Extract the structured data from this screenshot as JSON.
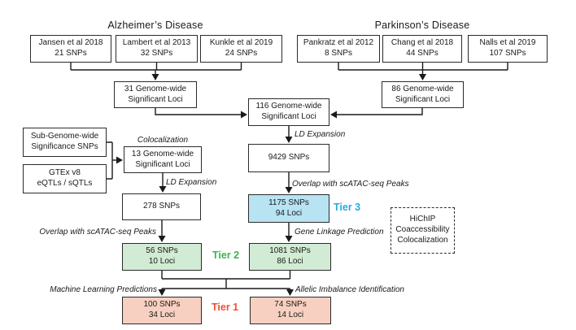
{
  "groups": {
    "alzheimers": {
      "title": "Alzheimer’s Disease"
    },
    "parkinsons": {
      "title": "Parkinson’s Disease"
    }
  },
  "nodes": {
    "jansen": {
      "line1": "Jansen et al 2018",
      "line2": "21 SNPs"
    },
    "lambert": {
      "line1": "Lambert et al 2013",
      "line2": "32 SNPs"
    },
    "kunkle": {
      "line1": "Kunkle et al 2019",
      "line2": "24 SNPs"
    },
    "pankratz": {
      "line1": "Pankratz et al 2012",
      "line2": "8 SNPs"
    },
    "chang": {
      "line1": "Chang et al 2018",
      "line2": "44 SNPs"
    },
    "nalls": {
      "line1": "Nalls et al 2019",
      "line2": "107 SNPs"
    },
    "ad_loci": {
      "line1": "31 Genome-wide",
      "line2": "Significant Loci"
    },
    "pd_loci": {
      "line1": "86 Genome-wide",
      "line2": "Significant Loci"
    },
    "combined_loci": {
      "line1": "116 Genome-wide",
      "line2": "Significant Loci"
    },
    "sub_genome_snps": {
      "line1": "Sub-Genome-wide",
      "line2": "Significance SNPs"
    },
    "gtex": {
      "line1": "GTEx v8",
      "line2": "eQTLs / sQTLs"
    },
    "coloc_loci": {
      "line1": "13 Genome-wide",
      "line2": "Significant Loci"
    },
    "ld_snps_left": {
      "line1": "278 SNPs"
    },
    "ld_snps_right": {
      "line1": "9429 SNPs"
    },
    "tier3_node": {
      "line1": "1175 SNPs",
      "line2": "94 Loci"
    },
    "tier2_left_node": {
      "line1": "56 SNPs",
      "line2": "10 Loci"
    },
    "tier2_right_node": {
      "line1": "1081 SNPs",
      "line2": "86 Loci"
    },
    "tier1_left_node": {
      "line1": "100 SNPs",
      "line2": "34 Loci"
    },
    "tier1_right_node": {
      "line1": "74 SNPs",
      "line2": "14 Loci"
    },
    "hichip": {
      "line1": "HiChIP",
      "line2": "Coaccessibility",
      "line3": "Colocalization"
    }
  },
  "edge_labels": {
    "colocalization": "Colocalization",
    "ld_expansion_left": "LD Expansion",
    "ld_expansion_right": "LD Expansion",
    "overlap_left": "Overlap with scATAC-seq Peaks",
    "overlap_right": "Overlap with scATAC-seq Peaks",
    "gene_linkage": "Gene Linkage Prediction",
    "ml_predictions": "Machine Learning Predictions",
    "allelic_imbalance": "Allelic Imbalance Identification"
  },
  "tier_labels": {
    "tier1": "Tier 1",
    "tier2": "Tier 2",
    "tier3": "Tier 3"
  },
  "colors": {
    "tier1_text": "#F04F32",
    "tier1_fill": "#F7D0C1",
    "tier2_text": "#3BB54A",
    "tier2_fill": "#D2EBD4",
    "tier3_text": "#29ABE2",
    "tier3_fill": "#B7E3F3",
    "box_border": "#2B2B2B",
    "line": "#1A1A1A"
  }
}
